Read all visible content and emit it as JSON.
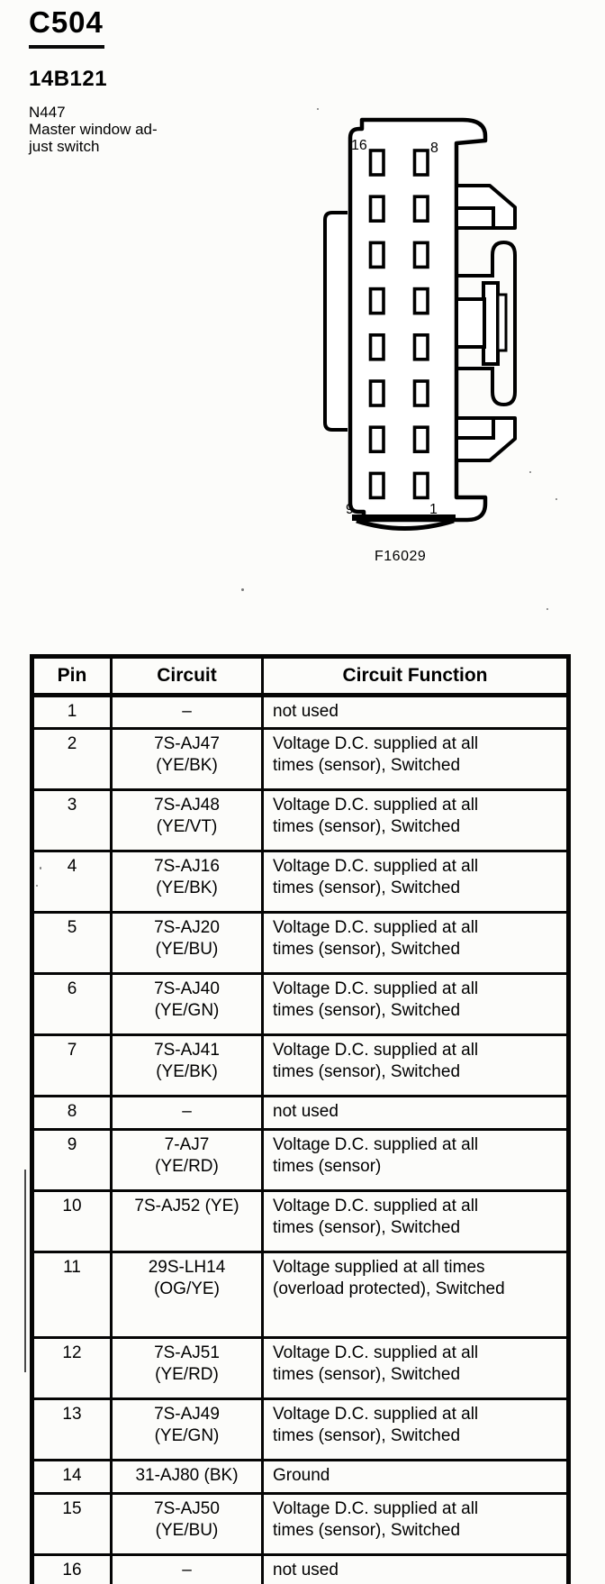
{
  "page": {
    "connector_id": "C504",
    "part_number": "14B121",
    "component_code": "N447",
    "component_desc": [
      "Master window ad-",
      "just switch"
    ],
    "figure_label": "F16029"
  },
  "connector_diagram": {
    "pin_label_top_left": "16",
    "pin_label_top_right": "8",
    "pin_label_bottom_left": "9",
    "pin_label_bottom_right": "1"
  },
  "pin_table": {
    "headers": [
      "Pin",
      "Circuit",
      "Circuit Function"
    ],
    "rows": [
      {
        "pin": "1",
        "h": "single",
        "circuit": [
          "–"
        ],
        "function": [
          "not used"
        ]
      },
      {
        "pin": "2",
        "h": "double",
        "circuit": [
          "7S-AJ47",
          "(YE/BK)"
        ],
        "function": [
          "Voltage D.C. supplied at all",
          "times (sensor), Switched"
        ]
      },
      {
        "pin": "3",
        "h": "double",
        "circuit": [
          "7S-AJ48",
          "(YE/VT)"
        ],
        "function": [
          "Voltage D.C. supplied at all",
          "times (sensor), Switched"
        ]
      },
      {
        "pin": "4",
        "h": "double",
        "circuit": [
          "7S-AJ16",
          "(YE/BK)"
        ],
        "function": [
          "Voltage D.C. supplied at all",
          "times (sensor), Switched"
        ]
      },
      {
        "pin": "5",
        "h": "double",
        "circuit": [
          "7S-AJ20",
          "(YE/BU)"
        ],
        "function": [
          "Voltage D.C. supplied at all",
          "times (sensor), Switched"
        ]
      },
      {
        "pin": "6",
        "h": "double",
        "circuit": [
          "7S-AJ40",
          "(YE/GN)"
        ],
        "function": [
          "Voltage D.C. supplied at all",
          "times (sensor), Switched"
        ]
      },
      {
        "pin": "7",
        "h": "double",
        "circuit": [
          "7S-AJ41",
          "(YE/BK)"
        ],
        "function": [
          "Voltage D.C. supplied at all",
          "times (sensor), Switched"
        ]
      },
      {
        "pin": "8",
        "h": "single",
        "circuit": [
          "–"
        ],
        "function": [
          "not used"
        ]
      },
      {
        "pin": "9",
        "h": "double",
        "circuit": [
          "7-AJ7",
          "(YE/RD)"
        ],
        "function": [
          "Voltage D.C. supplied at all",
          "times (sensor)"
        ]
      },
      {
        "pin": "10",
        "h": "double",
        "circuit": [
          "7S-AJ52 (YE)"
        ],
        "function": [
          "Voltage D.C. supplied at all",
          "times (sensor), Switched"
        ]
      },
      {
        "pin": "11",
        "h": "tall",
        "circuit": [
          "29S-LH14",
          "(OG/YE)"
        ],
        "function": [
          "Voltage supplied at all times",
          "(overload protected), Switched"
        ]
      },
      {
        "pin": "12",
        "h": "double",
        "circuit": [
          "7S-AJ51",
          "(YE/RD)"
        ],
        "function": [
          "Voltage D.C. supplied at all",
          "times (sensor), Switched"
        ]
      },
      {
        "pin": "13",
        "h": "double",
        "circuit": [
          "7S-AJ49",
          "(YE/GN)"
        ],
        "function": [
          "Voltage D.C. supplied at all",
          "times (sensor), Switched"
        ]
      },
      {
        "pin": "14",
        "h": "single",
        "circuit": [
          "31-AJ80 (BK)"
        ],
        "function": [
          "Ground"
        ]
      },
      {
        "pin": "15",
        "h": "double",
        "circuit": [
          "7S-AJ50",
          "(YE/BU)"
        ],
        "function": [
          "Voltage D.C. supplied at all",
          "times (sensor), Switched"
        ]
      },
      {
        "pin": "16",
        "h": "single",
        "circuit": [
          "–"
        ],
        "function": [
          "not used"
        ]
      }
    ]
  }
}
